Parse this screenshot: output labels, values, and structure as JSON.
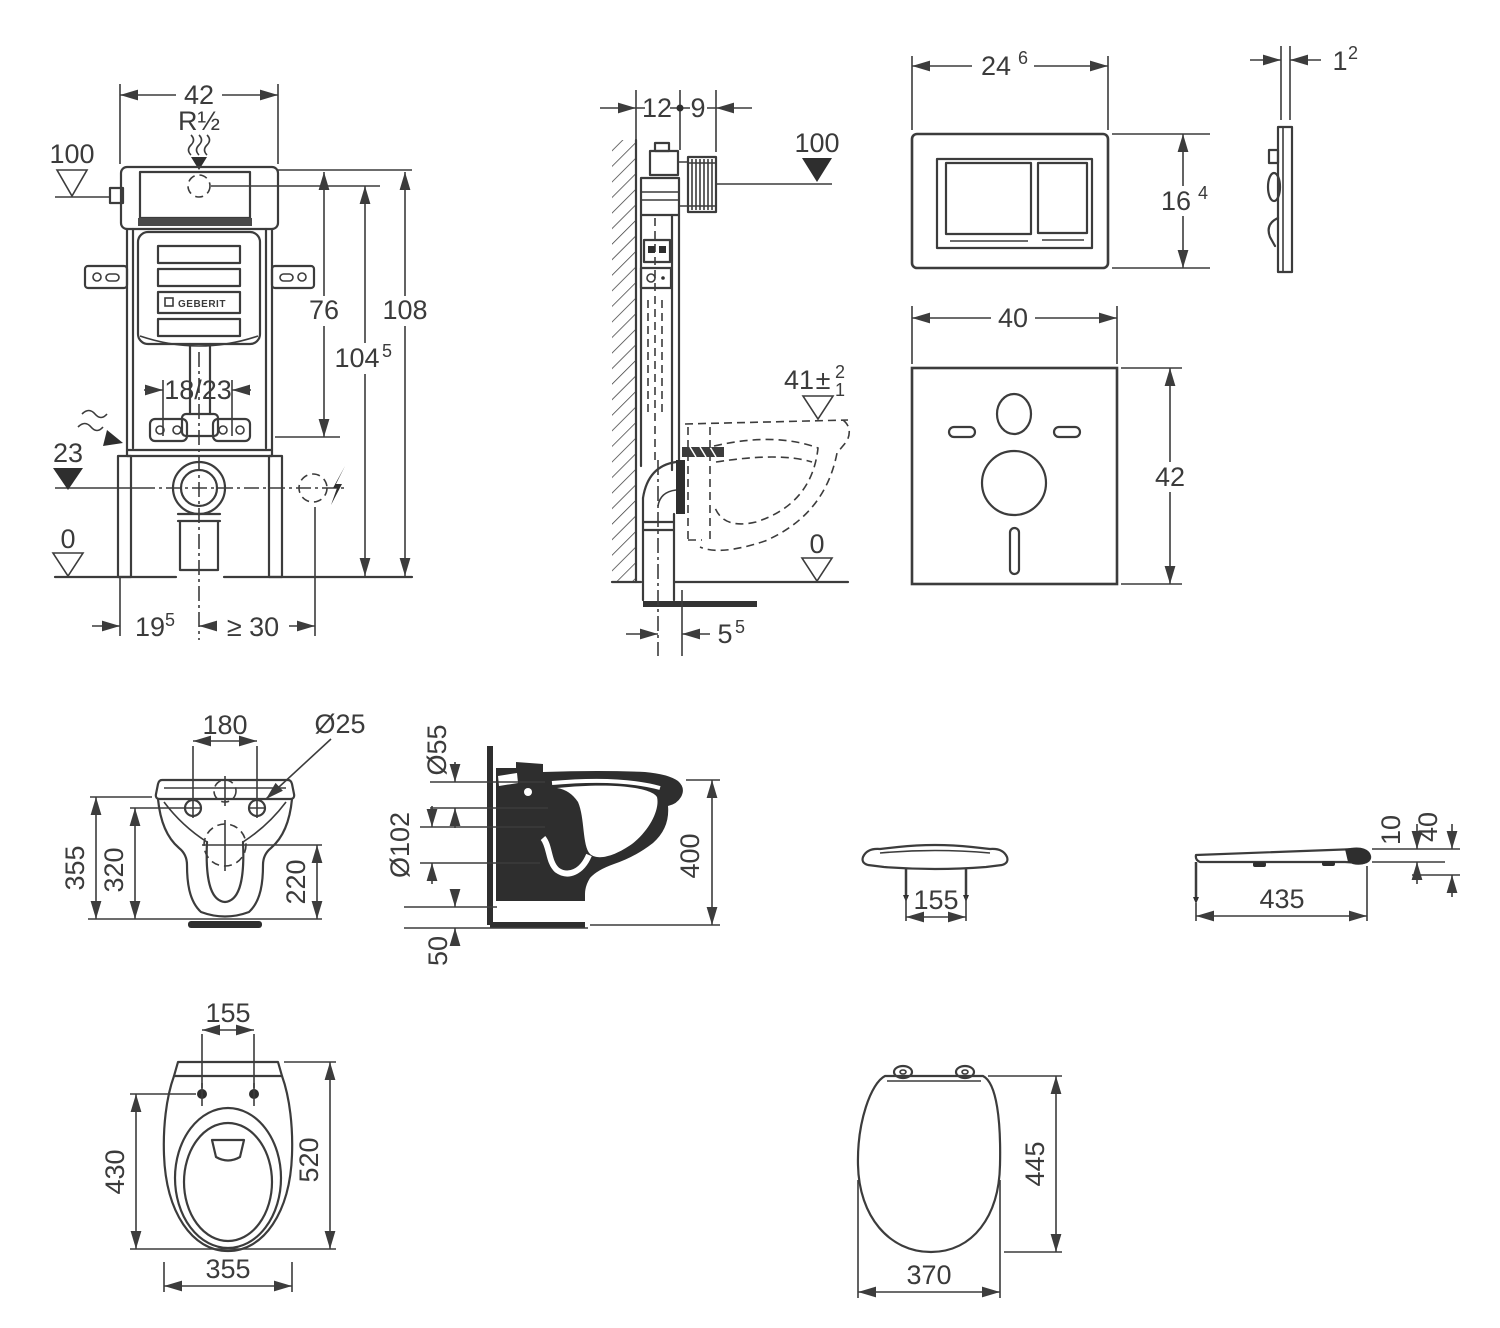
{
  "styles": {
    "background": "#ffffff",
    "line_color": "#3c3c3c",
    "text_color": "#3b3b3b"
  },
  "figures": {
    "cistern_front": {
      "dim_width": "42",
      "inlet_thread": "R½",
      "level_inlet": "100",
      "dim_height_76": "76",
      "dim_height_108": "108",
      "dim_height_104": "104",
      "dim_height_104_sup": "5",
      "dim_bolt_spacing": "18/23",
      "level_outlet": "23",
      "level_floor": "0",
      "dim_offset_19": "19",
      "dim_offset_19_sup": "5",
      "dim_clearance": "≥ 30",
      "brand": "GEBERIT"
    },
    "side_view": {
      "dim_12": "12",
      "dim_9": "9",
      "level_inlet": "100",
      "dim_41": "41",
      "plusminus": "±",
      "tol_plus": "2",
      "tol_minus": "1",
      "level_floor": "0",
      "dim_5": "5",
      "dim_5_sup": "5"
    },
    "flush_plate": {
      "dim_width": "24",
      "dim_width_sup": "6",
      "dim_height": "16",
      "dim_height_sup": "4"
    },
    "flush_plate_side": {
      "dim_thickness": "1",
      "dim_thickness_sup": "2"
    },
    "sound_mat": {
      "dim_width": "40",
      "dim_height": "42"
    },
    "bowl_rear": {
      "dim_holes": "180",
      "dim_hole_dia": "Ø25",
      "dim_355": "355",
      "dim_320": "320",
      "dim_220": "220"
    },
    "bowl_side": {
      "dim_flush_dia": "Ø55",
      "dim_outlet_dia": "Ø102",
      "dim_400": "400",
      "dim_50": "50"
    },
    "seat_front": {
      "dim_155": "155"
    },
    "seat_side": {
      "dim_435": "435",
      "dim_10": "10",
      "dim_40": "40"
    },
    "bowl_top": {
      "dim_155": "155",
      "dim_430": "430",
      "dim_520": "520",
      "dim_355": "355"
    },
    "seat_top": {
      "dim_445": "445",
      "dim_370": "370"
    }
  }
}
